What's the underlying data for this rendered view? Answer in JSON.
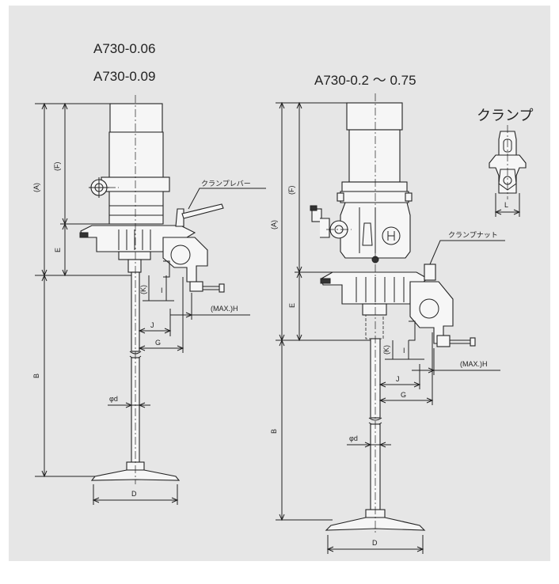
{
  "titles": {
    "left_line1": "A730-0.06",
    "left_line2": "A730-0.09",
    "right": "A730-0.2 ～ 0.75",
    "clamp": "クランプ"
  },
  "callouts": {
    "clamp_lever": "クランプレバー",
    "clamp_nut": "クランプナット"
  },
  "dims": {
    "A": "(A)",
    "F": "(F)",
    "E": "E",
    "B": "B",
    "K": "(K)",
    "I": "I",
    "J": "J",
    "G": "G",
    "H": "(MAX.)H",
    "phid": "φd",
    "D": "D",
    "L": "L"
  }
}
